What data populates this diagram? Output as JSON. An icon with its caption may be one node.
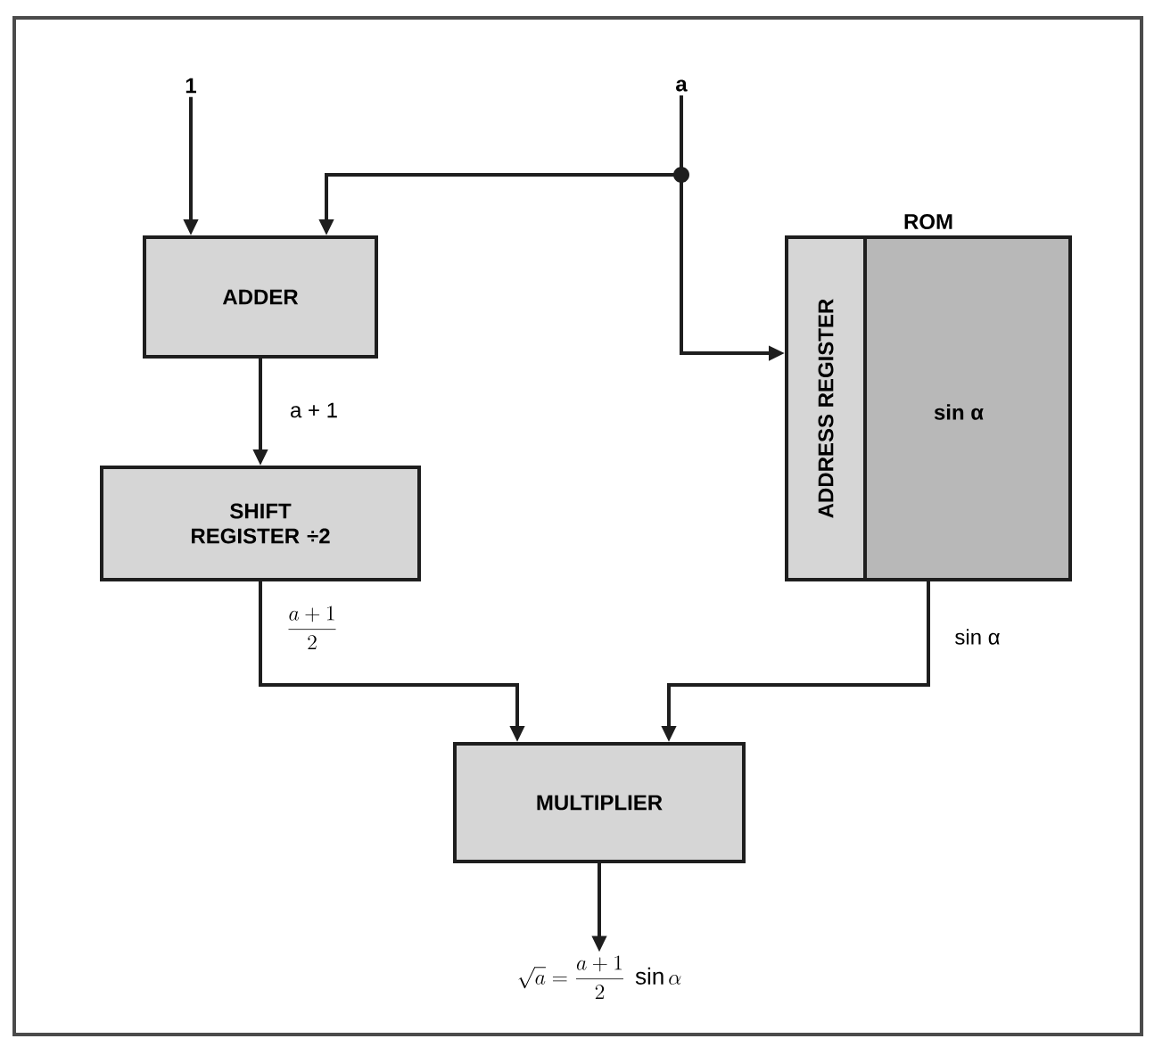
{
  "diagram": {
    "nodes": [
      {
        "text": [
          "1"
        ]
      },
      {
        "text": [
          "a"
        ]
      },
      {
        "text": [
          "ADDER"
        ]
      },
      {
        "text": [
          "SHIFT REGISTER ÷2"
        ]
      },
      {
        "text": [
          "ROM",
          "sin α"
        ]
      },
      {
        "text": [
          "ADDRESS REGISTER"
        ],
        "in": 4
      },
      {
        "text": [
          "MULTIPLIER"
        ]
      },
      {
        "text": [
          "\\sqrt{a} = \\frac{a+1}{2}\\;\\sin\\alpha"
        ]
      }
    ],
    "edges": [
      {
        "from": 0,
        "to": 2,
        "arrow": "to"
      },
      {
        "from": 1,
        "to": 2,
        "arrow": "to"
      },
      {
        "from": 1,
        "to": 5,
        "arrow": "to"
      },
      {
        "from": 2,
        "to": 3,
        "arrow": "to",
        "label": "a + 1"
      },
      {
        "from": 3,
        "to": 6,
        "arrow": "to",
        "label": "\\frac{a+1}{2}"
      },
      {
        "from": 4,
        "to": 6,
        "arrow": "to",
        "label": "sin α"
      },
      {
        "from": 6,
        "to": 7,
        "arrow": "to"
      }
    ]
  }
}
